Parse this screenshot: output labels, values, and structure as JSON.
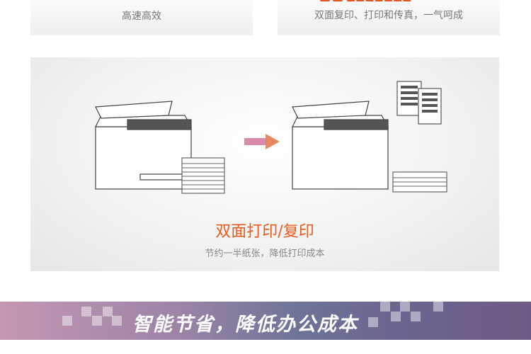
{
  "cards": [
    {
      "subtitle": "高速高效"
    },
    {
      "heading_partial": "……",
      "subtitle": "双面复印、打印和传真，一气呵成"
    }
  ],
  "feature": {
    "title": "双面打印/复印",
    "description": "节约一半纸张，降低打印成本"
  },
  "banner": {
    "text": "智能节省，降低办公成本"
  },
  "colors": {
    "accent": "#ea5a1e",
    "banner_start": "#c597b2",
    "banner_end": "#6e5a85"
  }
}
